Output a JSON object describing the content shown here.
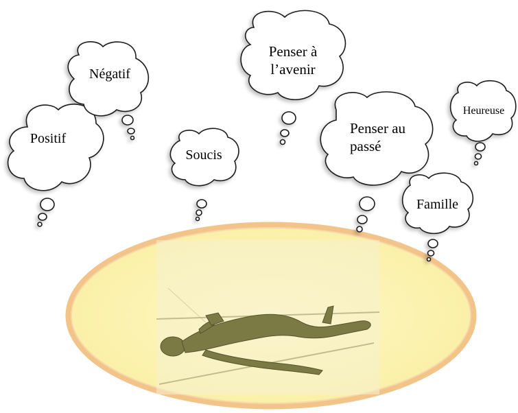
{
  "bubbles": {
    "positif": "Positif",
    "negatif": "Négatif",
    "soucis": "Soucis",
    "avenir": "Penser à l’avenir",
    "passe": "Penser au passé",
    "heureuse": "Heureuse",
    "famille": "Famille"
  },
  "colors": {
    "ellipse_fill": "#fbf3b4",
    "ellipse_border": "#f2c48a",
    "bubble_fill": "#ffffff",
    "bubble_stroke": "#1a1a1a",
    "figure": "#7b7a45"
  }
}
